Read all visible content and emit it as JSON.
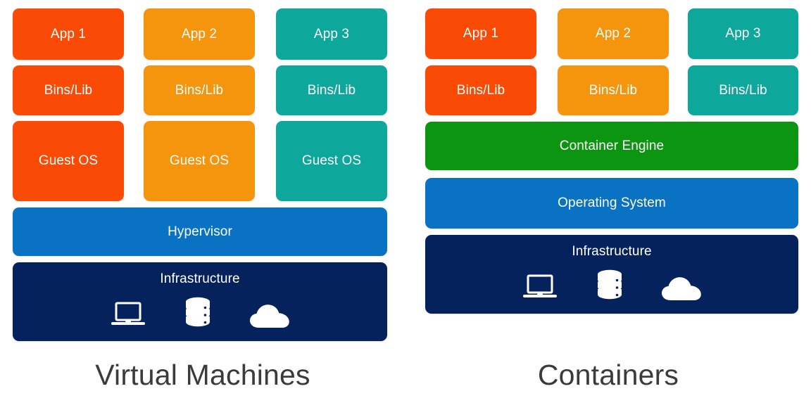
{
  "diagram": {
    "title_left": "Virtual Machines",
    "title_right": "Containers",
    "colors": {
      "orange_red": "#f94b06",
      "orange": "#f5940d",
      "teal": "#0ea79b",
      "blue": "#0a72c3",
      "navy": "#06225c",
      "green": "#0c9511",
      "caption_text": "#3b3b3b",
      "background": "#ffffff"
    }
  },
  "vm": {
    "columns": [
      {
        "app": "App 1",
        "bins": "Bins/Lib",
        "guest_os": "Guest OS",
        "color": "#f94b06"
      },
      {
        "app": "App 2",
        "bins": "Bins/Lib",
        "guest_os": "Guest OS",
        "color": "#f5940d"
      },
      {
        "app": "App 3",
        "bins": "Bins/Lib",
        "guest_os": "Guest OS",
        "color": "#0ea79b"
      }
    ],
    "hypervisor": "Hypervisor",
    "infrastructure": "Infrastructure",
    "infrastructure_icons": [
      "laptop-icon",
      "database-icon",
      "cloud-icon"
    ]
  },
  "containers": {
    "columns": [
      {
        "app": "App 1",
        "bins": "Bins/Lib",
        "color": "#f94b06"
      },
      {
        "app": "App 2",
        "bins": "Bins/Lib",
        "color": "#f5940d"
      },
      {
        "app": "App 3",
        "bins": "Bins/Lib",
        "color": "#0ea79b"
      }
    ],
    "container_engine": "Container Engine",
    "operating_system": "Operating System",
    "infrastructure": "Infrastructure",
    "infrastructure_icons": [
      "laptop-icon",
      "database-icon",
      "cloud-icon"
    ]
  }
}
